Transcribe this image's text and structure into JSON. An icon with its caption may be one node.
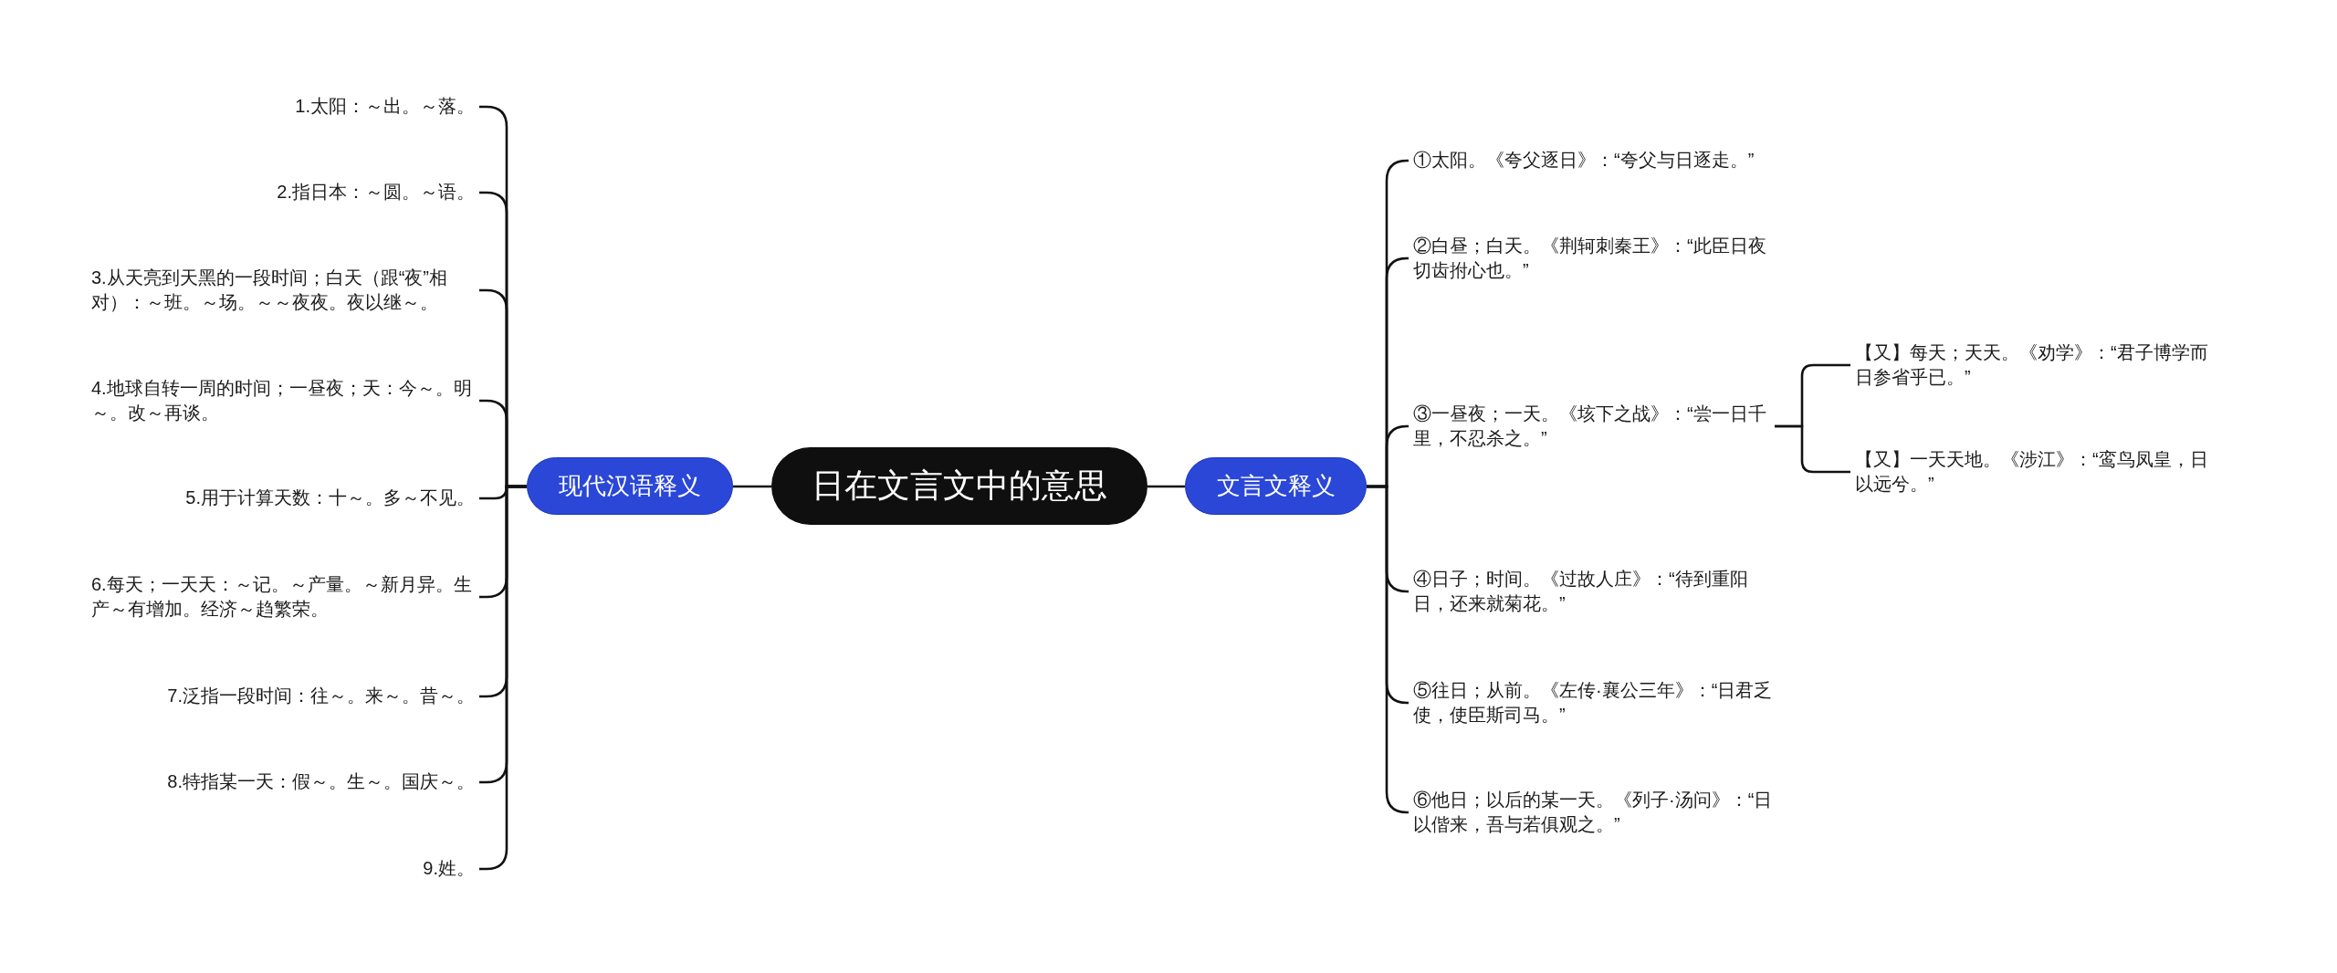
{
  "diagram": {
    "nodes": [
      {
        "text": [
          "日在文言文中的意思"
        ]
      },
      {
        "text": [
          "现代汉语释义"
        ]
      },
      {
        "text": [
          "1.太阳：～出。～落。"
        ]
      },
      {
        "text": [
          "2.指日本：～圆。～语。"
        ]
      },
      {
        "text": [
          "3.从天亮到天黑的一段时间；白天（跟“夜”相对）：～班。～场。～～夜夜。夜以继～。"
        ]
      },
      {
        "text": [
          "4.地球自转一周的时间；一昼夜；天：今～。明～。改～再谈。"
        ]
      },
      {
        "text": [
          "5.用于计算天数：十～。多～不见。"
        ]
      },
      {
        "text": [
          "6.每天；一天天：～记。～产量。～新月异。生产～有增加。经济～趋繁荣。"
        ]
      },
      {
        "text": [
          "7.泛指一段时间：往～。来～。昔～。"
        ]
      },
      {
        "text": [
          "8.特指某一天：假～。生～。国庆～。"
        ]
      },
      {
        "text": [
          "9.姓。"
        ]
      },
      {
        "text": [
          "文言文释义"
        ]
      },
      {
        "text": [
          "①太阳。《夸父逐日》：“夸父与日逐走。”"
        ]
      },
      {
        "text": [
          "②白昼；白天。《荆轲刺秦王》：“此臣日夜切齿拊心也。”"
        ]
      },
      {
        "text": [
          "③一昼夜；一天。《垓下之战》：“尝一日千里，不忍杀之。”"
        ]
      },
      {
        "text": [
          "④日子；时间。《过故人庄》：“待到重阳日，还来就菊花。”"
        ]
      },
      {
        "text": [
          "⑤往日；从前。《左传·襄公三年》：“日君乏使，使臣斯司马。”"
        ]
      },
      {
        "text": [
          "⑥他日；以后的某一天。《列子·汤问》：“日以偕来，吾与若俱观之。”"
        ]
      },
      {
        "text": [
          "【又】每天；天天。《劝学》：“君子博学而日参省乎已。”"
        ]
      },
      {
        "text": [
          "【又】一天天地。《涉江》：“鸾鸟凤皇，日以远兮。”"
        ]
      }
    ],
    "edges": [
      {
        "from": 0,
        "to": 1,
        "arrow": "none"
      },
      {
        "from": 0,
        "to": 11,
        "arrow": "none"
      },
      {
        "from": 1,
        "to": 2,
        "arrow": "none"
      },
      {
        "from": 1,
        "to": 3,
        "arrow": "none"
      },
      {
        "from": 1,
        "to": 4,
        "arrow": "none"
      },
      {
        "from": 1,
        "to": 5,
        "arrow": "none"
      },
      {
        "from": 1,
        "to": 6,
        "arrow": "none"
      },
      {
        "from": 1,
        "to": 7,
        "arrow": "none"
      },
      {
        "from": 1,
        "to": 8,
        "arrow": "none"
      },
      {
        "from": 1,
        "to": 9,
        "arrow": "none"
      },
      {
        "from": 1,
        "to": 10,
        "arrow": "none"
      },
      {
        "from": 11,
        "to": 12,
        "arrow": "none"
      },
      {
        "from": 11,
        "to": 13,
        "arrow": "none"
      },
      {
        "from": 11,
        "to": 14,
        "arrow": "none"
      },
      {
        "from": 11,
        "to": 15,
        "arrow": "none"
      },
      {
        "from": 11,
        "to": 16,
        "arrow": "none"
      },
      {
        "from": 11,
        "to": 17,
        "arrow": "none"
      },
      {
        "from": 14,
        "to": 18,
        "arrow": "none"
      },
      {
        "from": 14,
        "to": 19,
        "arrow": "none"
      }
    ]
  }
}
